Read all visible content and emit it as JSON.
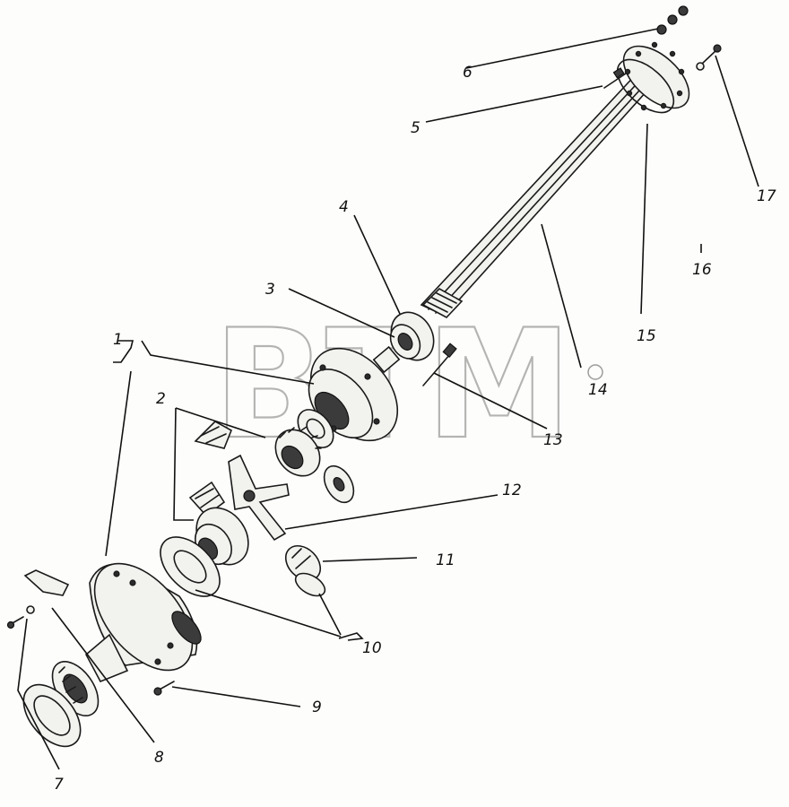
{
  "watermark": "BTM",
  "callouts": [
    "1",
    "2",
    "3",
    "4",
    "5",
    "6",
    "7",
    "8",
    "9",
    "10",
    "11",
    "12",
    "13",
    "14",
    "15",
    "16",
    "17"
  ]
}
